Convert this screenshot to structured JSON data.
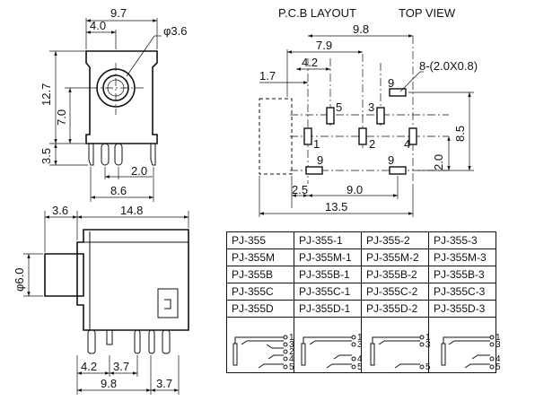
{
  "titles": {
    "pcb_layout": "P.C.B LAYOUT",
    "top_view": "TOP VIEW"
  },
  "front_view": {
    "dims": {
      "width": "9.7",
      "offset": "4.0",
      "hole": "φ3.6",
      "height": "12.7",
      "center": "7.0",
      "pin_length": "3.5",
      "pin_pitch": "2.0",
      "pin_span": "8.6"
    }
  },
  "pcb_layout": {
    "dims": {
      "overall_pitch": "9.8",
      "pitch_7_9": "7.9",
      "pitch_4_2": "4.2",
      "edge_offset": "1.7",
      "pad_size": "8-(2.0X0.8)",
      "row_height": "8.5",
      "row_gap": "2.0",
      "left_offset": "2.5",
      "bottom_pitch": "9.0",
      "total_width": "13.5"
    },
    "pins": [
      "1",
      "2",
      "3",
      "4",
      "5",
      "9",
      "9",
      "9"
    ]
  },
  "side_view": {
    "dims": {
      "front_extension": "3.6",
      "body_length": "14.8",
      "diameter": "φ6.0",
      "pitch_a": "4.2",
      "pitch_b": "3.7",
      "span": "9.8",
      "tail": "3.7"
    }
  },
  "models": [
    [
      "PJ-355",
      "PJ-355-1",
      "PJ-355-2",
      "PJ-355-3"
    ],
    [
      "PJ-355M",
      "PJ-355M-1",
      "PJ-355M-2",
      "PJ-355M-3"
    ],
    [
      "PJ-355B",
      "PJ-355B-1",
      "PJ-355B-2",
      "PJ-355B-3"
    ],
    [
      "PJ-355C",
      "PJ-355C-1",
      "PJ-355C-2",
      "PJ-355C-3"
    ],
    [
      "PJ-355D",
      "PJ-355D-1",
      "PJ-355D-2",
      "PJ-355D-3"
    ]
  ],
  "schematics": [
    {
      "pins": [
        "1",
        "3",
        "2",
        "4",
        "5"
      ]
    },
    {
      "pins": [
        "1",
        "3",
        "4",
        "5"
      ]
    },
    {
      "pins": [
        "1",
        "3",
        "5"
      ]
    },
    {
      "pins": [
        "1",
        "3",
        "4",
        "5"
      ]
    }
  ]
}
